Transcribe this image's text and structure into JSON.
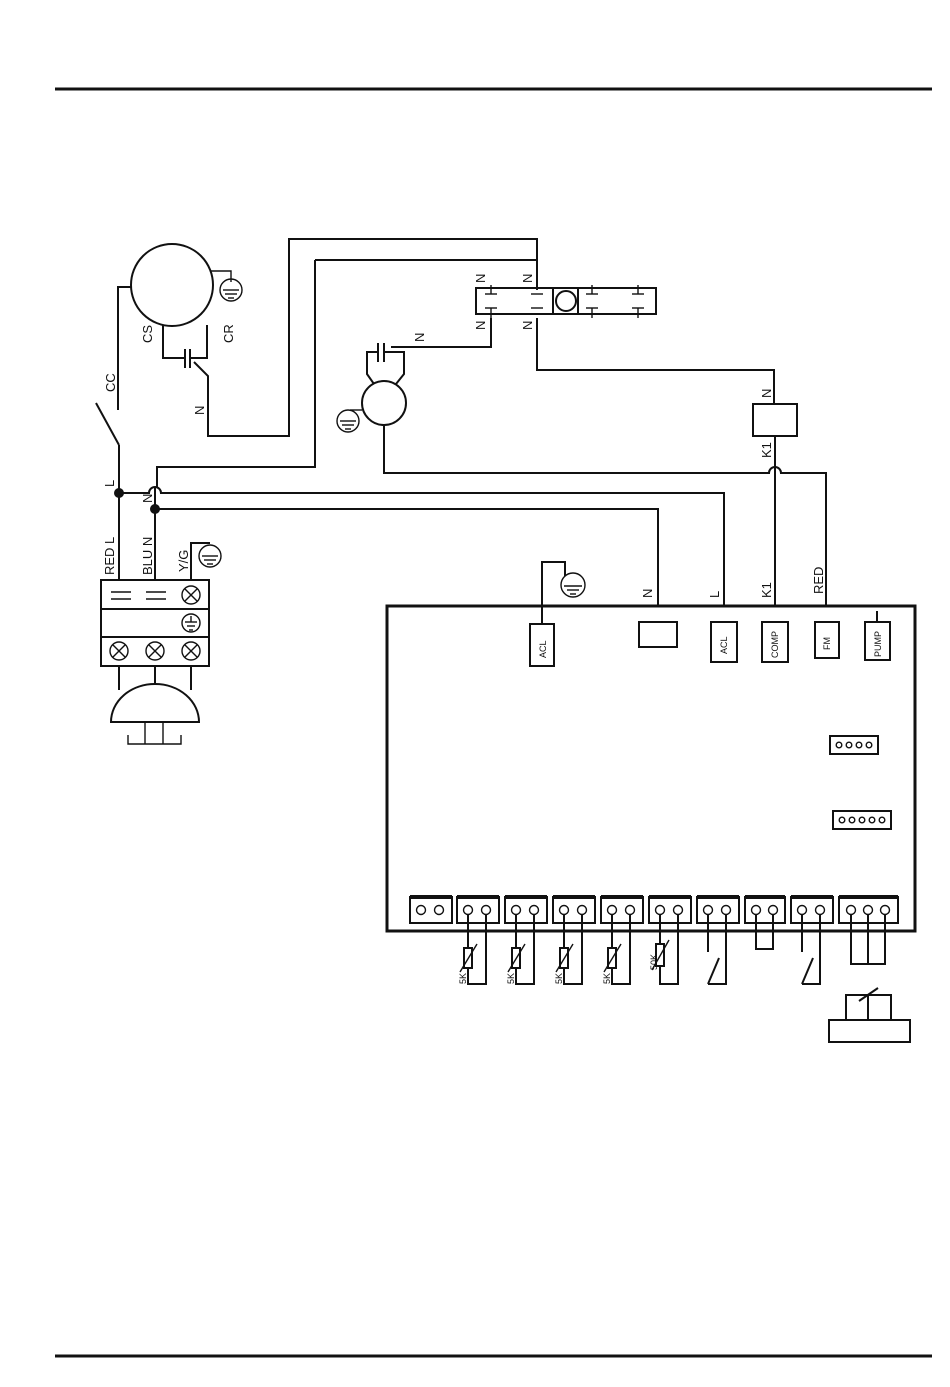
{
  "labels": {
    "cc": "CC",
    "cs": "CS",
    "cr": "CR",
    "n": "N",
    "l": "L",
    "k1": "K1",
    "red": "RED",
    "red_l": "RED L",
    "blu_n": "BLU N",
    "yg": "Y/G",
    "acl": "ACL",
    "comp": "COMP",
    "fm": "FM",
    "pump": "PUMP",
    "r5k": "5K",
    "r50k": "50K"
  },
  "colors": {
    "line": "#111111",
    "background": "#ffffff"
  }
}
